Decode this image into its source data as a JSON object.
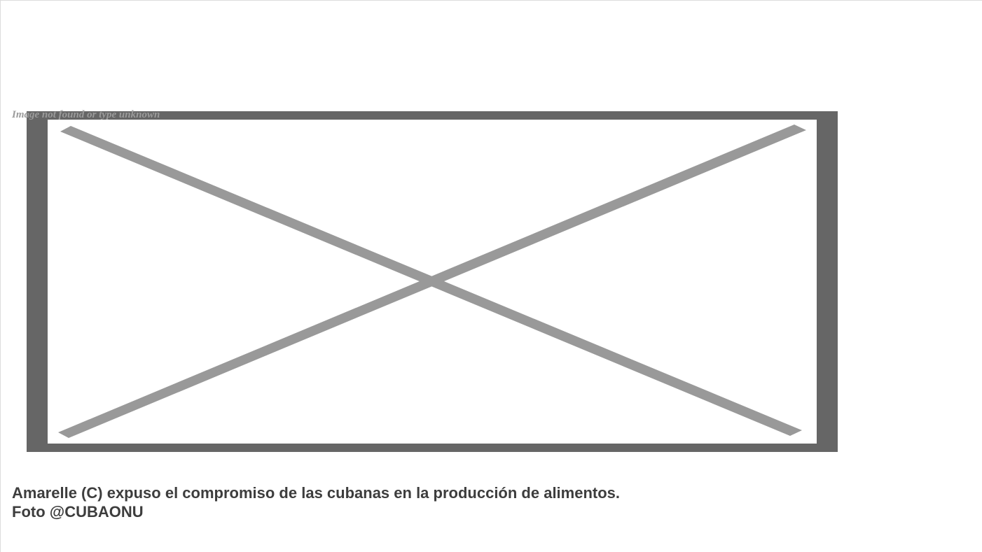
{
  "image": {
    "alt_text": "Image not found or type unknown",
    "icon": "broken-image-icon",
    "colors": {
      "frame": "#666666",
      "cross": "#999999",
      "inner": "#ffffff"
    }
  },
  "caption": {
    "line1": "Amarelle (C) expuso el compromiso de las cubanas en la producción de alimentos.",
    "line2": "Foto @CUBAONU"
  }
}
